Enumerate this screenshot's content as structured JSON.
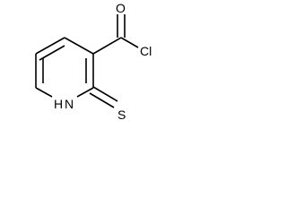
{
  "molecule": {
    "atoms": {
      "oxygen": "O",
      "chlorine": "Cl",
      "nitrogen_hydrogen": "H",
      "nitrogen": "N",
      "sulfur": "S"
    }
  }
}
